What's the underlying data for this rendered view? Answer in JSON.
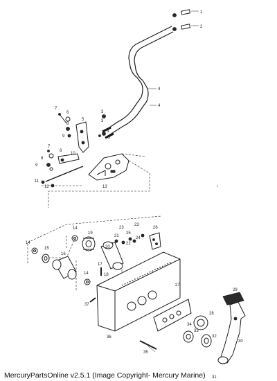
{
  "callouts": [
    {
      "id": "c1",
      "label": "1"
    },
    {
      "id": "c2",
      "label": "2"
    },
    {
      "id": "c3a",
      "label": "3"
    },
    {
      "id": "c3b",
      "label": "3"
    },
    {
      "id": "c3c",
      "label": "3"
    },
    {
      "id": "c3d",
      "label": "3"
    },
    {
      "id": "c4a",
      "label": "4"
    },
    {
      "id": "c4b",
      "label": "4"
    },
    {
      "id": "c5",
      "label": "5"
    },
    {
      "id": "c6a",
      "label": "6"
    },
    {
      "id": "c6b",
      "label": "6"
    },
    {
      "id": "c7a",
      "label": "7"
    },
    {
      "id": "c7b",
      "label": "7"
    },
    {
      "id": "c8a",
      "label": "8"
    },
    {
      "id": "c8b",
      "label": "8"
    },
    {
      "id": "c9a",
      "label": "9"
    },
    {
      "id": "c9b",
      "label": "9"
    },
    {
      "id": "c10",
      "label": "10"
    },
    {
      "id": "c11",
      "label": "11"
    },
    {
      "id": "c12",
      "label": "12"
    },
    {
      "id": "c13",
      "label": "13"
    },
    {
      "id": "c14a",
      "label": "14"
    },
    {
      "id": "c14b",
      "label": "14"
    },
    {
      "id": "c14c",
      "label": "14"
    },
    {
      "id": "c15",
      "label": "15"
    },
    {
      "id": "c16",
      "label": "16"
    },
    {
      "id": "c17",
      "label": "17"
    },
    {
      "id": "c18",
      "label": "18"
    },
    {
      "id": "c19",
      "label": "19"
    },
    {
      "id": "c20",
      "label": "20"
    },
    {
      "id": "c21",
      "label": "21"
    },
    {
      "id": "c22",
      "label": "22"
    },
    {
      "id": "c23a",
      "label": "23"
    },
    {
      "id": "c23b",
      "label": "23"
    },
    {
      "id": "c24",
      "label": "24"
    },
    {
      "id": "c25",
      "label": "25"
    },
    {
      "id": "c26",
      "label": "26"
    },
    {
      "id": "c27",
      "label": "27"
    },
    {
      "id": "c28",
      "label": "28"
    },
    {
      "id": "c29",
      "label": "29"
    },
    {
      "id": "c30",
      "label": "30"
    },
    {
      "id": "c31",
      "label": "31"
    },
    {
      "id": "c32",
      "label": "32"
    },
    {
      "id": "c33",
      "label": "33"
    },
    {
      "id": "c34",
      "label": "34"
    },
    {
      "id": "c35",
      "label": "35"
    },
    {
      "id": "c36",
      "label": "36"
    },
    {
      "id": "c37",
      "label": "37"
    }
  ],
  "footer": {
    "text": "MercuryPartsOnline v2.5.1 (Image Copyright- Mercury Marine)"
  }
}
